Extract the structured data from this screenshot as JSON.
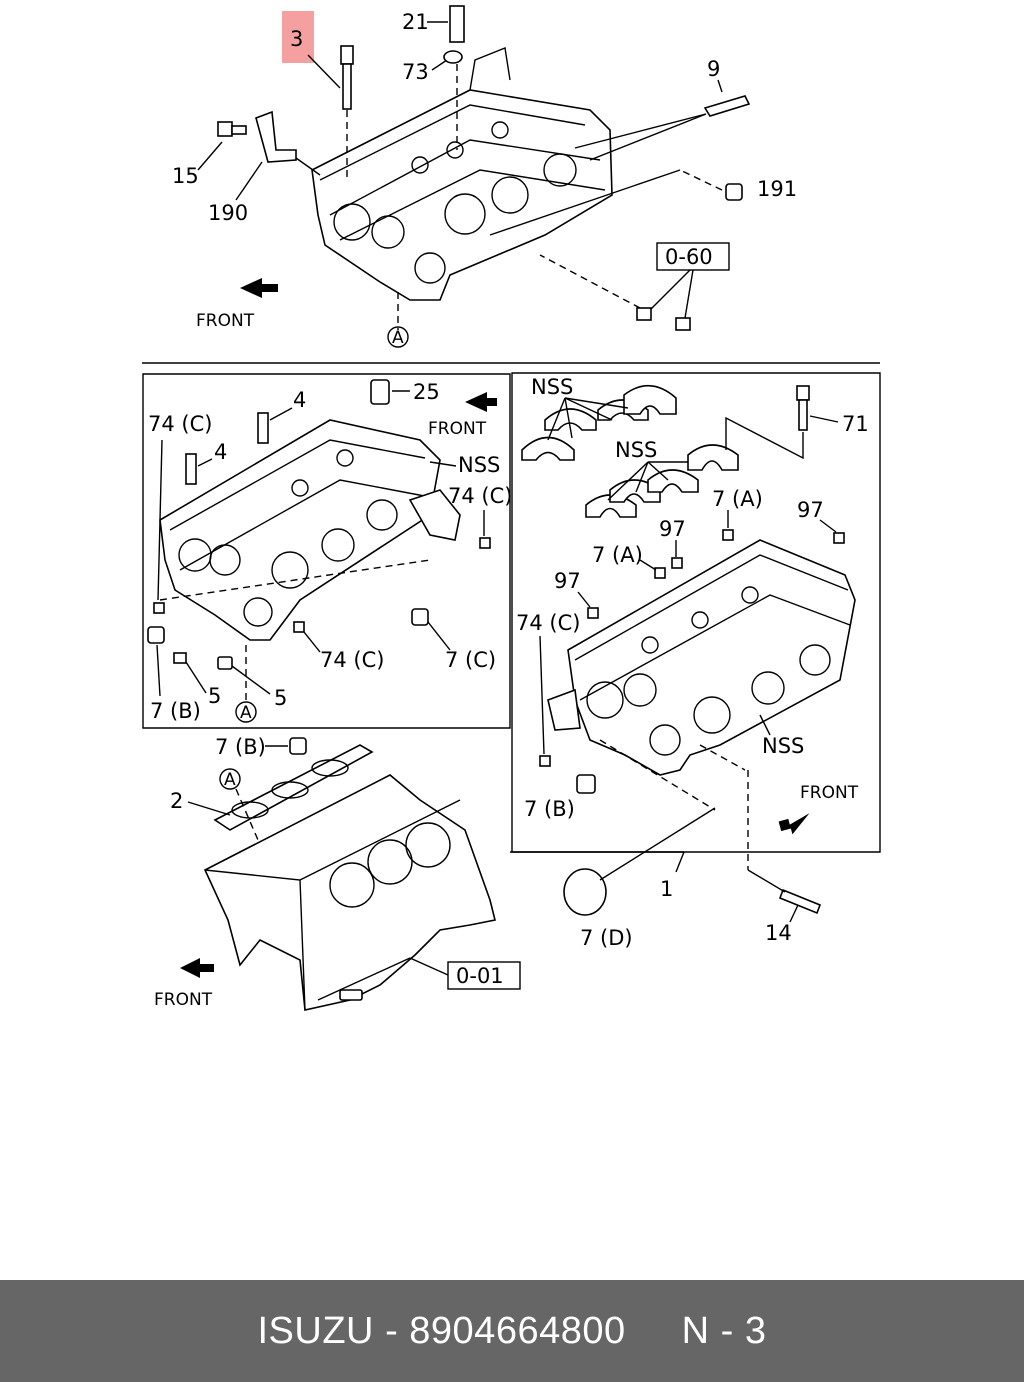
{
  "diagram": {
    "highlight_color": "#f4a0a0",
    "labels": {
      "top": {
        "l3": "3",
        "l21": "21",
        "l73": "73",
        "l9": "9",
        "l15": "15",
        "l190": "190",
        "l191": "191",
        "ref_060": "0-60",
        "circle_a": "A",
        "front": "FRONT"
      },
      "left_box": {
        "l74c_a": "74 (C)",
        "l4_a": "4",
        "l4_b": "4",
        "l25": "25",
        "front": "FRONT",
        "nss": "NSS",
        "l74c_b": "74 (C)",
        "l74c_c": "74 (C)",
        "l7c": "7 (C)",
        "l7b": "7 (B)",
        "l5_a": "5",
        "l5_b": "5",
        "circle_a": "A"
      },
      "right_box": {
        "nss_a": "NSS",
        "nss_b": "NSS",
        "l71": "71",
        "l7a_a": "7 (A)",
        "l97_a": "97",
        "l97_b": "97",
        "l7a_b": "7 (A)",
        "l97_c": "97",
        "l74c": "74 (C)",
        "nss_c": "NSS",
        "front": "FRONT",
        "l7b": "7 (B)"
      },
      "bottom": {
        "l7b": "7 (B)",
        "circle_a": "A",
        "l2": "2",
        "ref_001": "0-01",
        "front": "FRONT",
        "l1": "1",
        "l7d": "7 (D)",
        "l14": "14"
      }
    }
  },
  "footer": {
    "brand": "ISUZU",
    "separator": "-",
    "part_number": "8904664800",
    "page": "N - 3"
  }
}
